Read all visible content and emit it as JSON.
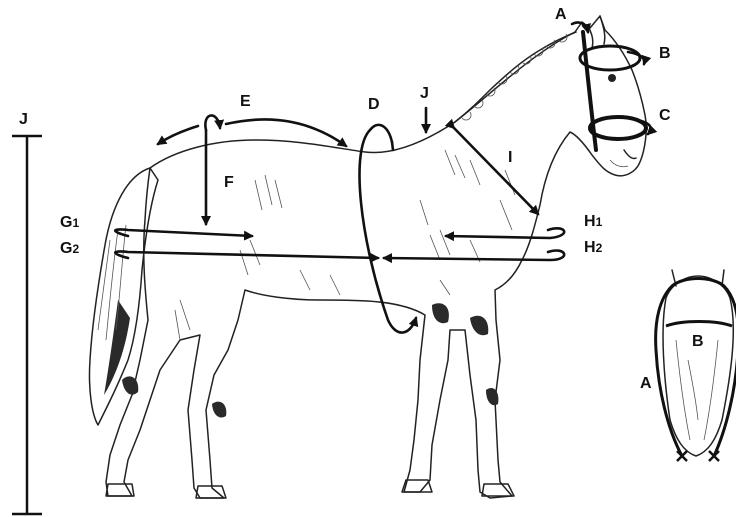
{
  "labels": {
    "A": "A",
    "B": "B",
    "C": "C",
    "D": "D",
    "E": "E",
    "F": "F",
    "G1": "G",
    "G1_sub": "1",
    "G2": "G",
    "G2_sub": "2",
    "H1": "H",
    "H1_sub": "1",
    "H2": "H",
    "H2_sub": "2",
    "I": "I",
    "J_top": "J",
    "J_scale": "J"
  },
  "inset": {
    "A": "A",
    "B": "B"
  },
  "colors": {
    "ink": "#111111",
    "sketch": "#222222",
    "background": "#ffffff"
  }
}
